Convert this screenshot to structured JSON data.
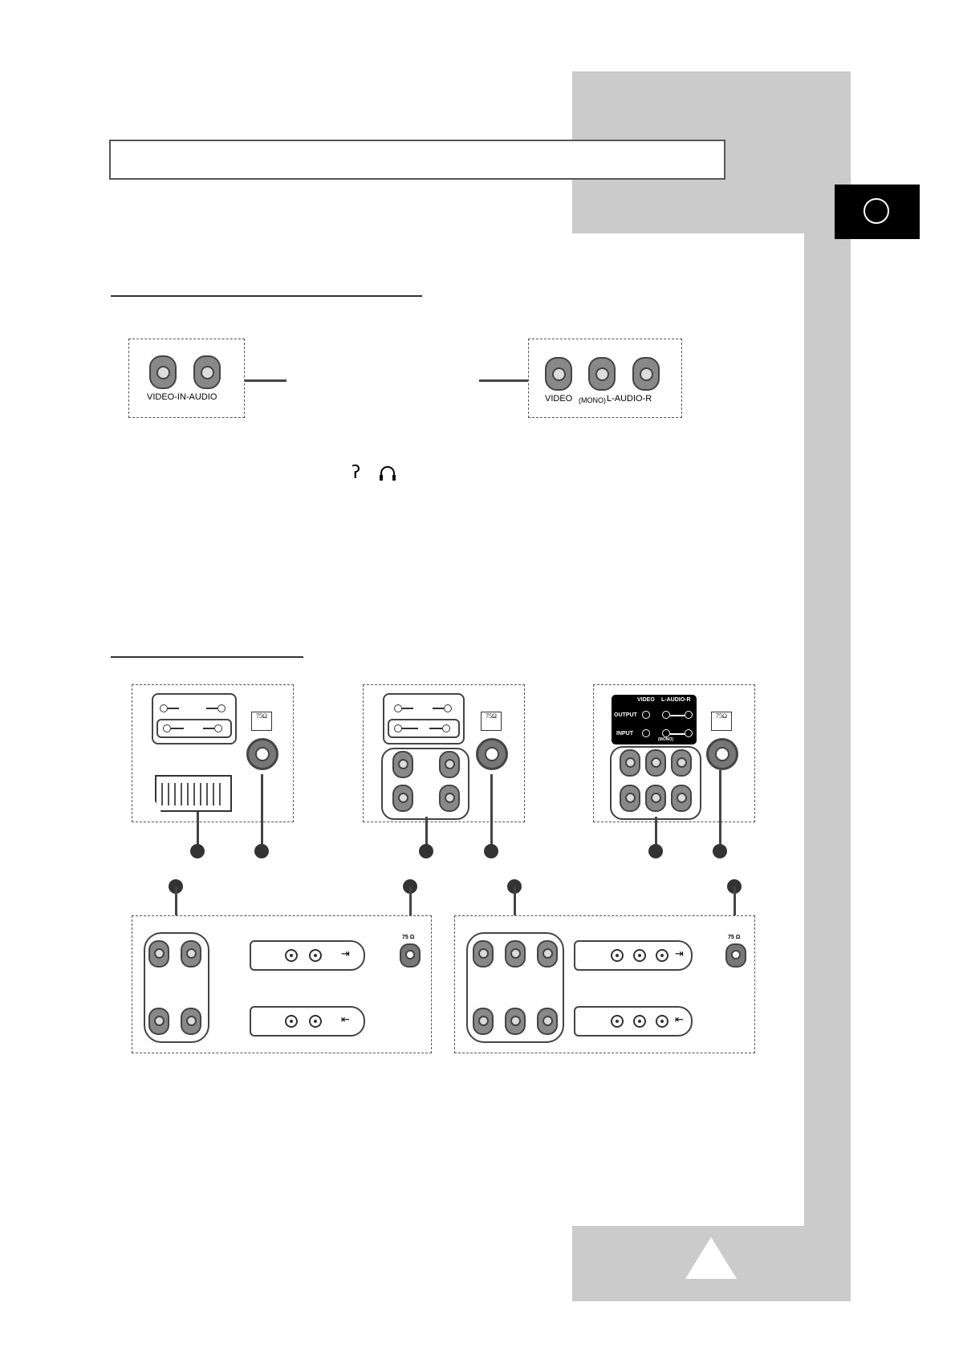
{
  "front_panel": {
    "left_label": "VIDEO-IN-AUDIO",
    "right_label_video": "VIDEO",
    "right_label_mono": "(MONO)",
    "right_label_audio": "L-AUDIO-R"
  },
  "icons": {
    "ear": "ear-icon",
    "headphones": "headphones-icon"
  },
  "rear_panels": {
    "antenna_label": "75Ω",
    "antenna_label_small": "75 Ω",
    "av_table_header_video": "VIDEO",
    "av_table_header_audio": "L-AUDIO-R",
    "av_table_row_output": "OUTPUT",
    "av_table_row_input": "INPUT",
    "av_table_mono": "(MONO)"
  },
  "page": {
    "accent_gray": "#cbcbcb",
    "tab_color": "#000000"
  }
}
